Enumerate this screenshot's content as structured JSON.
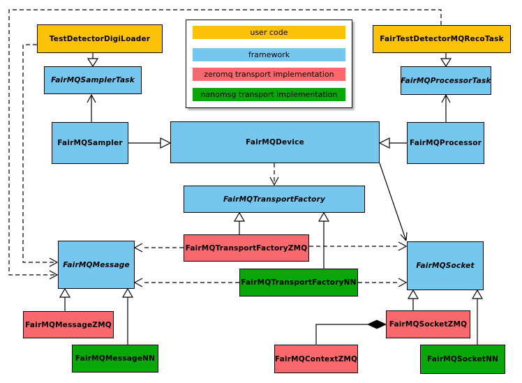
{
  "colors": {
    "user_code": "#fcc208",
    "framework": "#75c7f0",
    "zeromq": "#f8696d",
    "nanomsg": "#0aa70a"
  },
  "legend": {
    "items": [
      {
        "label": "user code",
        "key": "user_code"
      },
      {
        "label": "framework",
        "key": "framework"
      },
      {
        "label": "zeromq transport implementation",
        "key": "zeromq"
      },
      {
        "label": "nanomsg transport implementation",
        "key": "nanomsg"
      }
    ]
  },
  "nodes": {
    "test_detector_digi_loader": {
      "label": "TestDetectorDigiLoader",
      "category": "user code",
      "abstract": false
    },
    "fair_test_detector_mq_reco_task": {
      "label": "FairTestDetectorMQRecoTask",
      "category": "user code",
      "abstract": false
    },
    "fairmq_sampler_task": {
      "label": "FairMQSamplerTask",
      "category": "framework",
      "abstract": true
    },
    "fairmq_processor_task": {
      "label": "FairMQProcessorTask",
      "category": "framework",
      "abstract": true
    },
    "fairmq_sampler": {
      "label": "FairMQSampler",
      "category": "framework",
      "abstract": false
    },
    "fairmq_device": {
      "label": "FairMQDevice",
      "category": "framework",
      "abstract": false
    },
    "fairmq_processor": {
      "label": "FairMQProcessor",
      "category": "framework",
      "abstract": false
    },
    "fairmq_transport_factory": {
      "label": "FairMQTransportFactory",
      "category": "framework",
      "abstract": true
    },
    "fairmq_transport_factory_zmq": {
      "label": "FairMQTransportFactoryZMQ",
      "category": "zeromq",
      "abstract": false
    },
    "fairmq_transport_factory_nn": {
      "label": "FairMQTransportFactoryNN",
      "category": "nanomsg",
      "abstract": false
    },
    "fairmq_message": {
      "label": "FairMQMessage",
      "category": "framework",
      "abstract": true
    },
    "fairmq_socket": {
      "label": "FairMQSocket",
      "category": "framework",
      "abstract": true
    },
    "fairmq_message_zmq": {
      "label": "FairMQMessageZMQ",
      "category": "zeromq",
      "abstract": false
    },
    "fairmq_message_nn": {
      "label": "FairMQMessageNN",
      "category": "nanomsg",
      "abstract": false
    },
    "fairmq_context_zmq": {
      "label": "FairMQContextZMQ",
      "category": "zeromq",
      "abstract": false
    },
    "fairmq_socket_zmq": {
      "label": "FairMQSocketZMQ",
      "category": "zeromq",
      "abstract": false
    },
    "fairmq_socket_nn": {
      "label": "FairMQSocketNN",
      "category": "nanomsg",
      "abstract": false
    }
  },
  "edges": [
    {
      "from": "TestDetectorDigiLoader",
      "to": "FairMQSamplerTask",
      "type": "generalization"
    },
    {
      "from": "FairMQSampler",
      "to": "FairMQSamplerTask",
      "type": "association"
    },
    {
      "from": "FairMQSampler",
      "to": "FairMQDevice",
      "type": "generalization"
    },
    {
      "from": "FairMQProcessor",
      "to": "FairMQDevice",
      "type": "generalization"
    },
    {
      "from": "FairTestDetectorMQRecoTask",
      "to": "FairMQProcessorTask",
      "type": "generalization"
    },
    {
      "from": "FairMQProcessor",
      "to": "FairMQProcessorTask",
      "type": "association"
    },
    {
      "from": "FairMQDevice",
      "to": "FairMQTransportFactory",
      "type": "dependency"
    },
    {
      "from": "FairMQDevice",
      "to": "FairMQSocket",
      "type": "association"
    },
    {
      "from": "TestDetectorDigiLoader",
      "to": "FairMQMessage",
      "type": "dependency"
    },
    {
      "from": "FairTestDetectorMQRecoTask",
      "to": "FairMQMessage",
      "type": "dependency"
    },
    {
      "from": "FairMQTransportFactoryZMQ",
      "to": "FairMQTransportFactory",
      "type": "generalization"
    },
    {
      "from": "FairMQTransportFactoryNN",
      "to": "FairMQTransportFactory",
      "type": "generalization"
    },
    {
      "from": "FairMQTransportFactoryZMQ",
      "to": "FairMQMessage",
      "type": "dependency"
    },
    {
      "from": "FairMQTransportFactoryZMQ",
      "to": "FairMQSocket",
      "type": "dependency"
    },
    {
      "from": "FairMQTransportFactoryNN",
      "to": "FairMQMessage",
      "type": "dependency"
    },
    {
      "from": "FairMQTransportFactoryNN",
      "to": "FairMQSocket",
      "type": "dependency"
    },
    {
      "from": "FairMQMessageZMQ",
      "to": "FairMQMessage",
      "type": "generalization"
    },
    {
      "from": "FairMQMessageNN",
      "to": "FairMQMessage",
      "type": "generalization"
    },
    {
      "from": "FairMQSocketZMQ",
      "to": "FairMQSocket",
      "type": "generalization"
    },
    {
      "from": "FairMQSocketNN",
      "to": "FairMQSocket",
      "type": "generalization"
    },
    {
      "from": "FairMQContextZMQ",
      "to": "FairMQSocketZMQ",
      "type": "composition"
    }
  ]
}
